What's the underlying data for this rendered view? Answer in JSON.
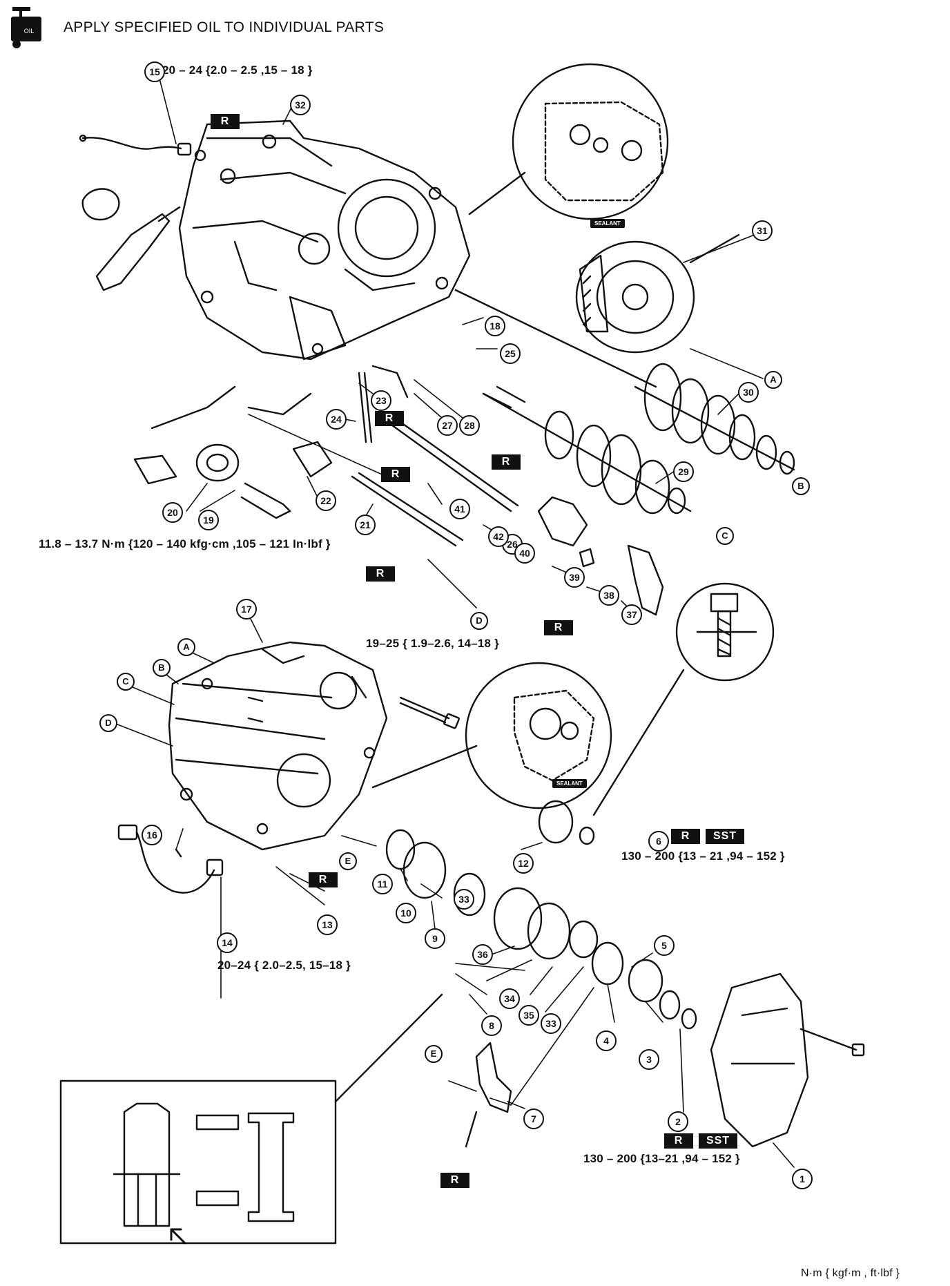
{
  "header": {
    "title": "APPLY SPECIFIED OIL TO INDIVIDUAL PARTS",
    "oil_icon_text": "OIL"
  },
  "torque_specs": [
    "20 – 24 {2.0 – 2.5 ,15 – 18 }",
    "11.8 – 13.7 N·m {120 – 140 kfg·cm ,105 – 121 In·lbf }",
    "19–25 { 1.9–2.6, 14–18 }",
    "130 – 200 {13 – 21 ,94 – 152 }",
    "20–24 { 2.0–2.5, 15–18 }",
    "130 – 200 {13–21 ,94 – 152 }"
  ],
  "badge_labels": {
    "replace": "R",
    "special_tool": "SST"
  },
  "sealant_label": "SEALANT",
  "part_numbers": [
    "1",
    "2",
    "3",
    "4",
    "5",
    "6",
    "7",
    "8",
    "9",
    "10",
    "11",
    "12",
    "13",
    "14",
    "15",
    "16",
    "17",
    "18",
    "19",
    "20",
    "21",
    "22",
    "23",
    "24",
    "25",
    "26",
    "27",
    "28",
    "29",
    "30",
    "31",
    "32",
    "33",
    "34",
    "35",
    "36",
    "37",
    "38",
    "39",
    "40",
    "41",
    "42"
  ],
  "reference_letters": [
    "A",
    "B",
    "C",
    "D",
    "E"
  ],
  "footer": {
    "units": "N·m { kgf·m , ft·lbf }"
  }
}
